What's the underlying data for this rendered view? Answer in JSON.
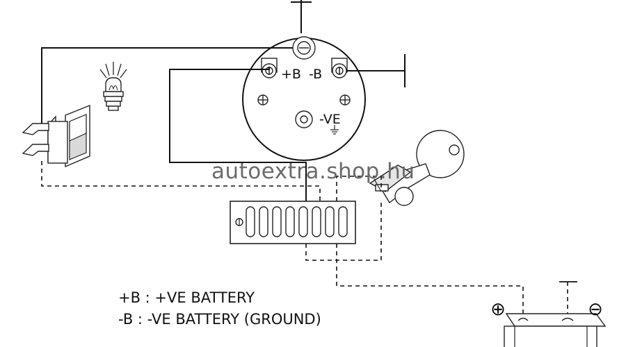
{
  "gauge": {
    "terminal_pos": "+B",
    "terminal_neg": "-B",
    "ground_label": "-VE"
  },
  "legend": [
    "+B :  +VE  BATTERY",
    "-B :   -VE  BATTERY (GROUND)"
  ],
  "watermark": "autoextra.shop.hu",
  "battery": {
    "positive_symbol": "⊕",
    "negative_symbol": "⊖"
  },
  "components": [
    "gauge-icon",
    "lamp-bulb-icon",
    "rocker-switch-icon",
    "ignition-key-icon",
    "fuse-block-icon",
    "battery-icon",
    "ground-symbol-icon"
  ],
  "colors": {
    "line": "#111111",
    "watermark": "#6b6b6b",
    "background": "#ffffff"
  }
}
